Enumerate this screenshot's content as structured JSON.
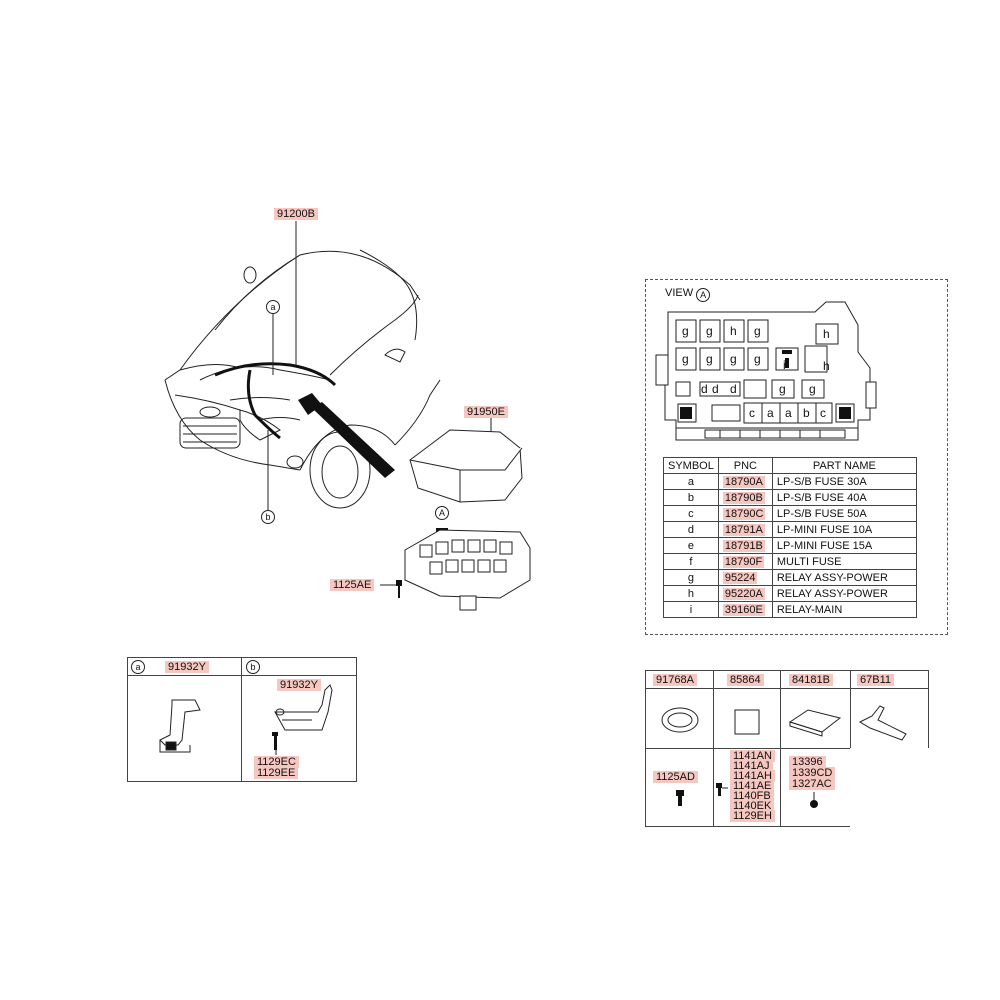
{
  "callouts": {
    "harness": "91200B",
    "cover": "91950E",
    "bolt_main": "1125AE",
    "view_marker": "A",
    "circle_a": "a",
    "circle_b": "b"
  },
  "detail_left": {
    "a_header": "a",
    "a_part": "91932Y",
    "b_header": "b",
    "b_part": "91932Y",
    "b_bolt_1": "1129EC",
    "b_bolt_2": "1129EE"
  },
  "view": {
    "title": "VIEW",
    "marker": "A",
    "slot_labels": {
      "row1": [
        "g",
        "g",
        "h",
        "g",
        "h"
      ],
      "row2": [
        "g",
        "g",
        "g",
        "g"
      ],
      "row2_small": [
        "i"
      ],
      "row3": [
        "d",
        "d",
        "d",
        "g",
        "g"
      ],
      "row4": [
        "c",
        "a",
        "a",
        "b",
        "c"
      ],
      "right": [
        "h"
      ]
    }
  },
  "parts_table": {
    "headers": [
      "SYMBOL",
      "PNC",
      "PART NAME"
    ],
    "rows": [
      {
        "symbol": "a",
        "pnc": "18790A",
        "name": "LP-S/B FUSE 30A"
      },
      {
        "symbol": "b",
        "pnc": "18790B",
        "name": "LP-S/B FUSE 40A"
      },
      {
        "symbol": "c",
        "pnc": "18790C",
        "name": "LP-S/B FUSE 50A"
      },
      {
        "symbol": "d",
        "pnc": "18791A",
        "name": "LP-MINI FUSE 10A"
      },
      {
        "symbol": "e",
        "pnc": "18791B",
        "name": "LP-MINI FUSE 15A"
      },
      {
        "symbol": "f",
        "pnc": "18790F",
        "name": "MULTI FUSE"
      },
      {
        "symbol": "g",
        "pnc": "95224",
        "name": "RELAY ASSY-POWER"
      },
      {
        "symbol": "h",
        "pnc": "95220A",
        "name": "RELAY ASSY-POWER"
      },
      {
        "symbol": "i",
        "pnc": "39160E",
        "name": "RELAY-MAIN"
      }
    ]
  },
  "parts_grid": {
    "top": [
      "91768A",
      "85864",
      "84181B",
      "67B11"
    ],
    "bottom_left": "1125AD",
    "bottom_mid": [
      "1141AN",
      "1141AJ",
      "1141AH",
      "1141AE",
      "1140FB",
      "1140EK",
      "1129EH"
    ],
    "bottom_right": [
      "13396",
      "1339CD",
      "1327AC"
    ]
  }
}
